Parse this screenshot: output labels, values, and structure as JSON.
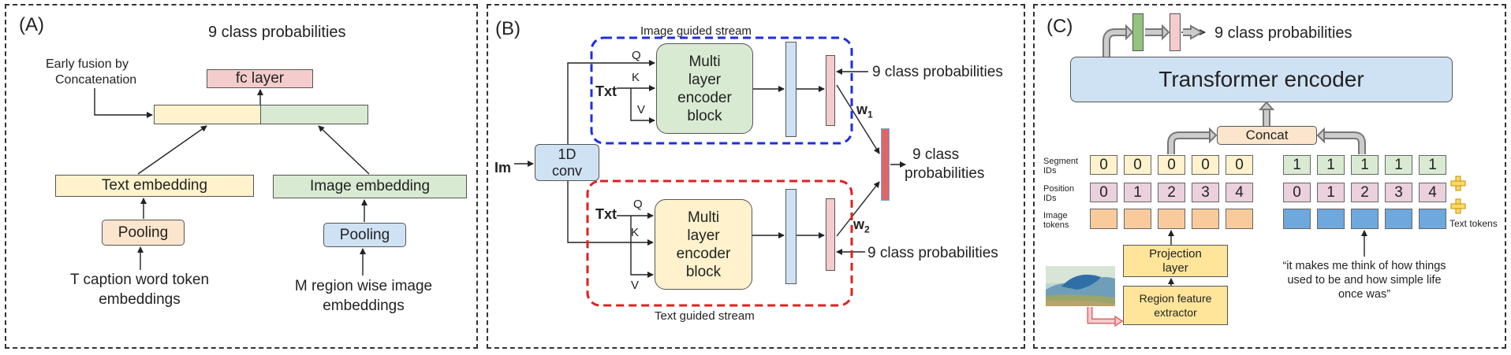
{
  "panel_a": {
    "label": "(A)",
    "output_label": "9 class probabilities",
    "fc_layer": "fc layer",
    "fusion_label_1": "Early fusion by",
    "fusion_label_2": "Concatenation",
    "text_embedding": "Text embedding",
    "image_embedding": "Image embedding",
    "pooling_left": "Pooling",
    "pooling_right": "Pooling",
    "text_input_1": "T caption word token",
    "text_input_2": "embeddings",
    "image_input_1": "M region wise image",
    "image_input_2": "embeddings"
  },
  "panel_b": {
    "label": "(B)",
    "image_stream_title": "Image guided stream",
    "text_stream_title": "Text guided stream",
    "conv_1": "1D",
    "conv_2": "conv",
    "im_input": "Im",
    "txt_input_top": "Txt",
    "txt_input_bottom": "Txt",
    "q_top": "Q",
    "k_top": "K",
    "v_top": "V",
    "q_bottom": "Q",
    "k_bottom": "K",
    "v_bottom": "V",
    "encoder_top": [
      "Multi",
      "layer",
      "encoder",
      "block"
    ],
    "encoder_bottom": [
      "Multi",
      "layer",
      "encoder",
      "block"
    ],
    "prob_top": "9 class probabilities",
    "prob_bottom": "9 class probabilities",
    "w1": "w",
    "w1_sub": "1",
    "w2": "w",
    "w2_sub": "2",
    "output_1": "9 class",
    "output_2": "probabilities"
  },
  "panel_c": {
    "label": "(C)",
    "output_label": "9 class probabilities",
    "transformer": "Transformer encoder",
    "concat": "Concat",
    "segment_ids_label": [
      "Segment",
      "IDs"
    ],
    "position_ids_label": [
      "Position",
      "IDs"
    ],
    "image_tokens_label": [
      "Image",
      "tokens"
    ],
    "text_tokens_label": "Text tokens",
    "image_segment_ids": [
      "0",
      "0",
      "0",
      "0",
      "0"
    ],
    "image_position_ids": [
      "0",
      "1",
      "2",
      "3",
      "4"
    ],
    "text_segment_ids": [
      "1",
      "1",
      "1",
      "1",
      "1"
    ],
    "text_position_ids": [
      "0",
      "1",
      "2",
      "3",
      "4"
    ],
    "projection_1": "Projection",
    "projection_2": "layer",
    "region_1": "Region feature",
    "region_2": "extractor",
    "quote_1": "“it makes me think of how things",
    "quote_2": "used to be and how simple life",
    "quote_3": "once was”"
  },
  "colors": {
    "yellow": "#fff2cc",
    "green": "#d9ead3",
    "pink": "#f4cccc",
    "blue": "#cfe2f3",
    "orange": "#fce5cd",
    "token_orange": "#f9cb9c",
    "token_blue": "#6fa8dc",
    "gold": "#ffe599",
    "red_bar": "#e06666",
    "dash_blue": "#1f2ee0",
    "dash_red": "#e02020"
  }
}
